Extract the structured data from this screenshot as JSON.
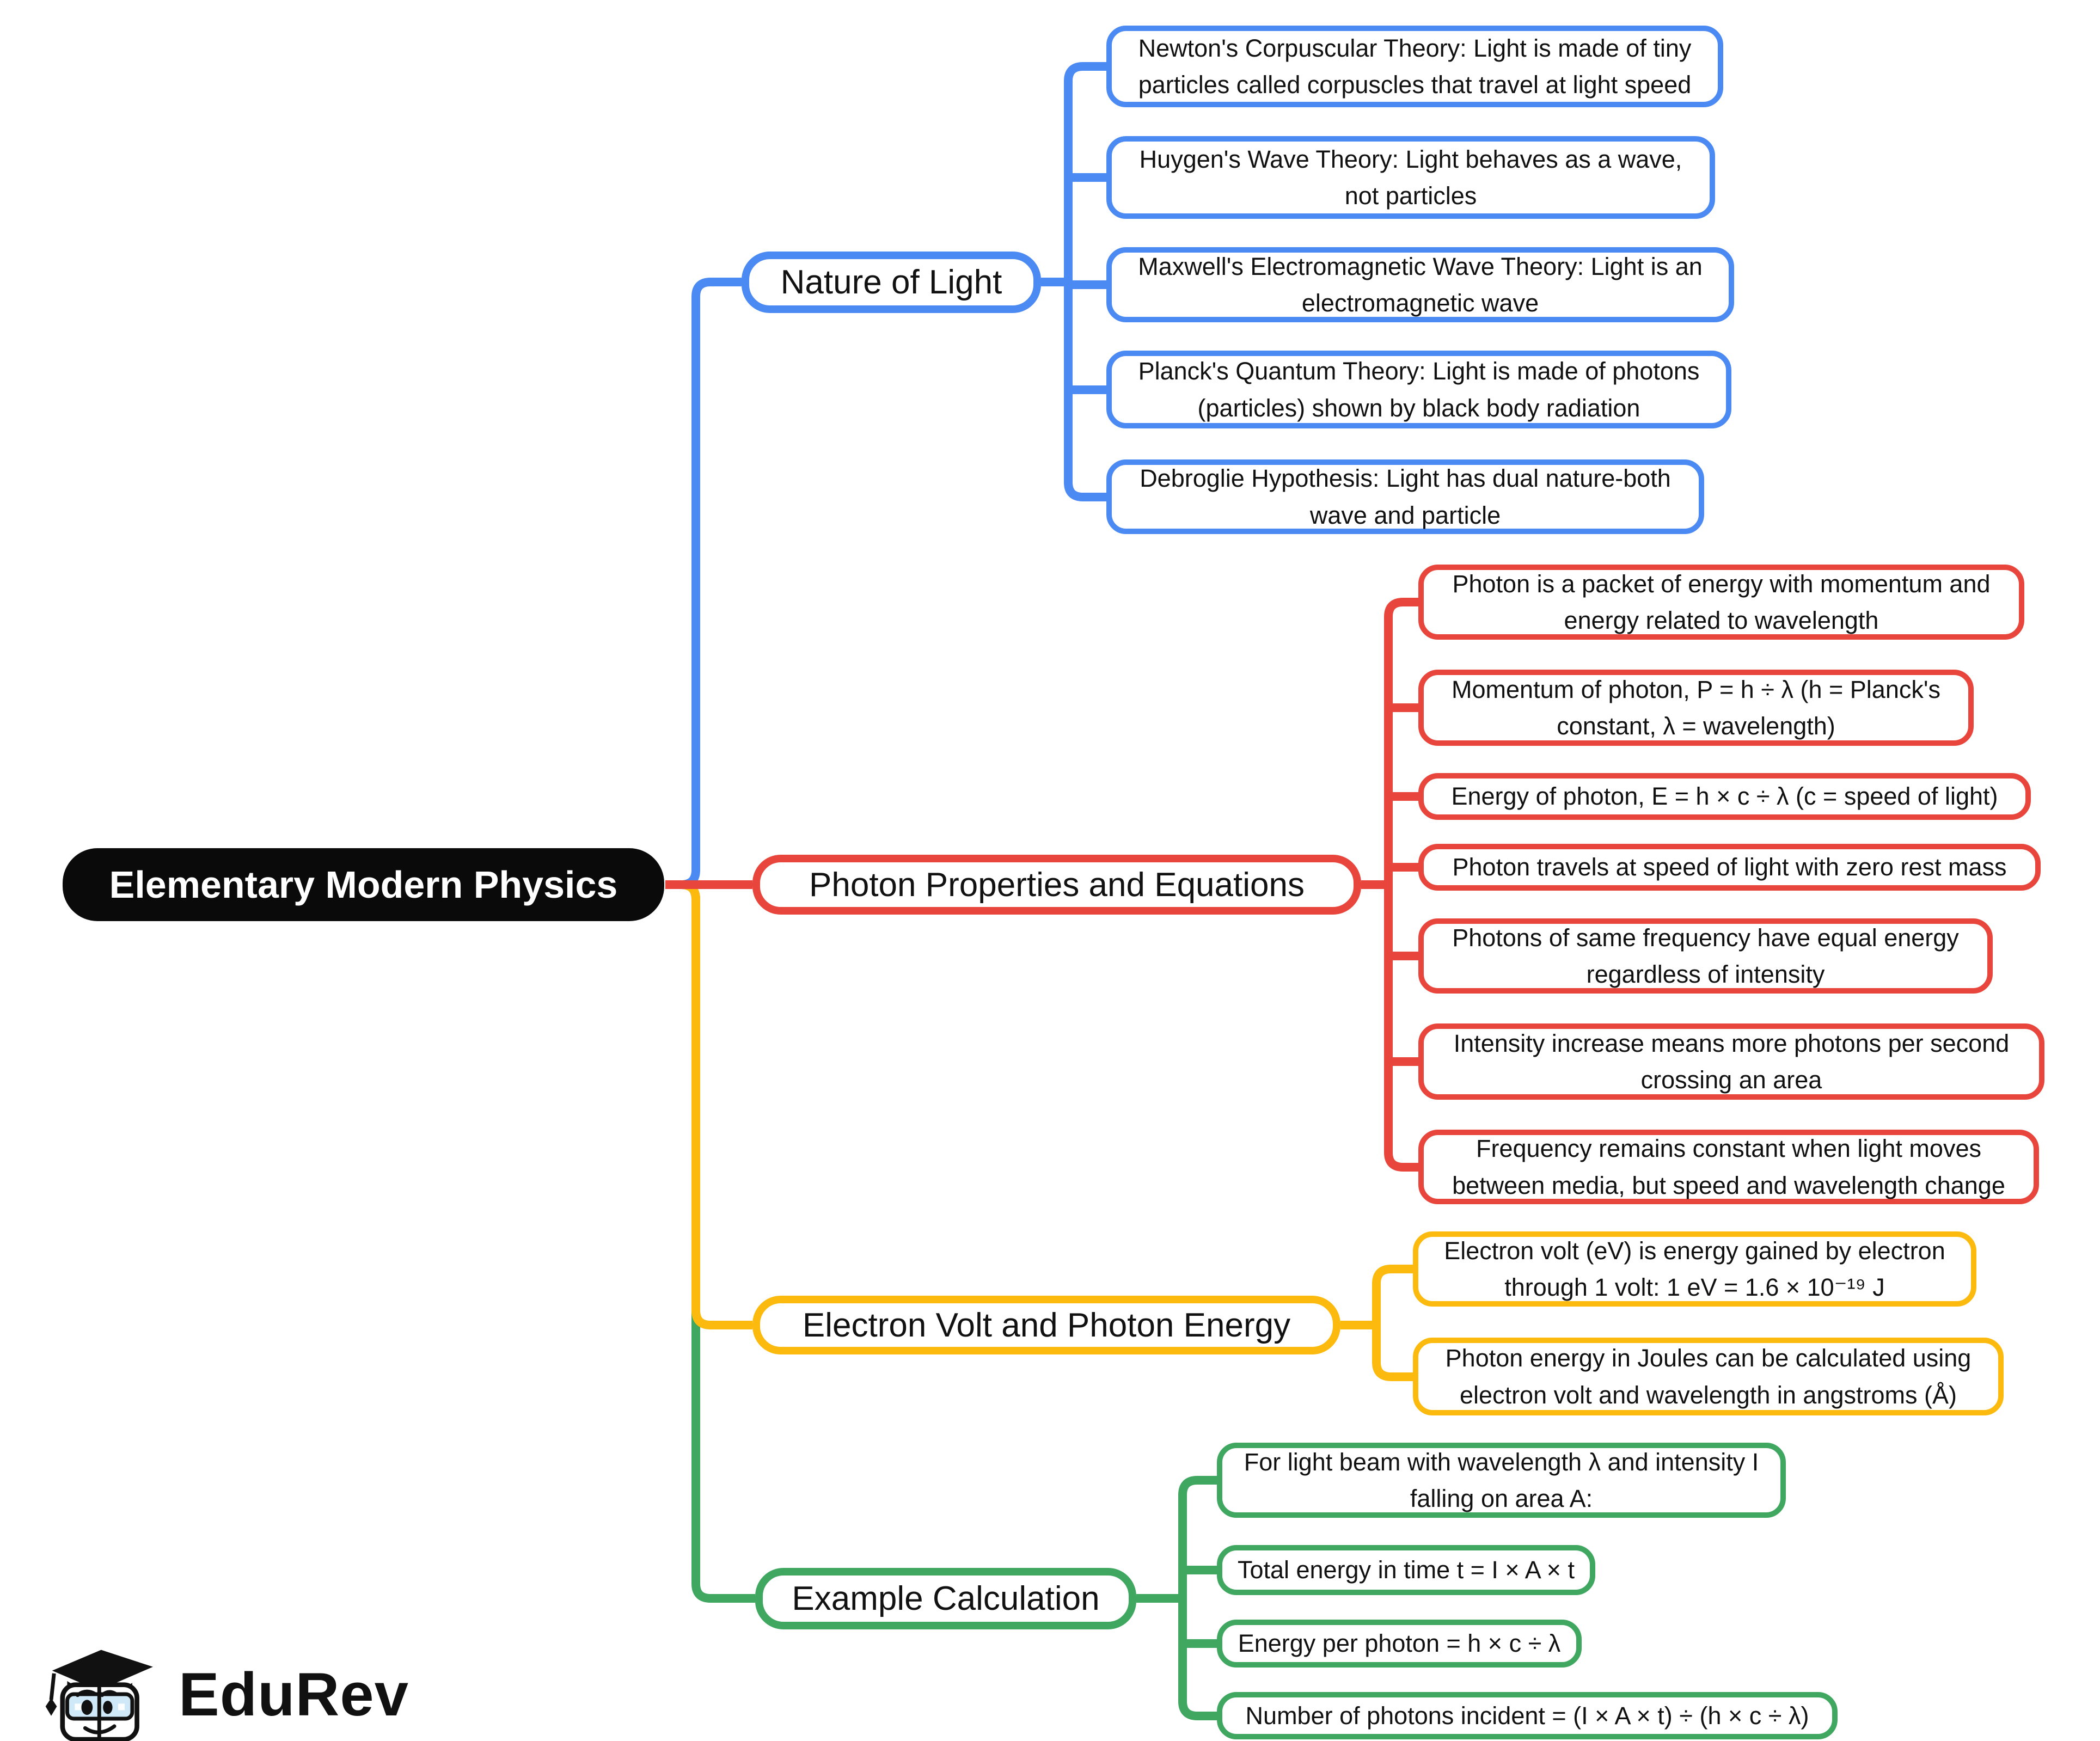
{
  "root": {
    "label": "Elementary Modern Physics"
  },
  "branches": [
    {
      "label": "Nature of Light",
      "color": "#4b89f3",
      "children": [
        "Newton's Corpuscular Theory: Light is made of tiny particles called corpuscles that travel at light speed",
        "Huygen's Wave Theory: Light behaves as a wave, not particles",
        "Maxwell's Electromagnetic Wave Theory: Light is an electromagnetic wave",
        "Planck's Quantum Theory: Light is made of photons (particles) shown by black body radiation",
        "Debroglie Hypothesis: Light has dual nature-both wave and particle"
      ]
    },
    {
      "label": "Photon Properties and Equations",
      "color": "#e8463c",
      "children": [
        "Photon is a packet of energy with momentum and energy related to wavelength",
        "Momentum of photon, P = h ÷ λ (h = Planck's constant, λ = wavelength)",
        "Energy of photon, E = h × c ÷ λ (c = speed of light)",
        "Photon travels at speed of light with zero rest mass",
        "Photons of same frequency have equal energy regardless of intensity",
        "Intensity increase means more photons per second crossing an area",
        "Frequency remains constant when light moves between media, but speed and wavelength change"
      ]
    },
    {
      "label": "Electron Volt and Photon Energy",
      "color": "#fbba0d",
      "children": [
        "Electron volt (eV) is energy gained by electron through 1 volt: 1 eV = 1.6 × 10⁻¹⁹ J",
        "Photon energy in Joules can be calculated using electron volt and wavelength in angstroms (Å)"
      ]
    },
    {
      "label": "Example Calculation",
      "color": "#3fa75f",
      "children": [
        "For light beam with wavelength λ and intensity I falling on area A:",
        "Total energy in time t = I × A × t",
        "Energy per photon = h × c ÷ λ",
        "Number of photons incident = (I × A × t) ÷ (h × c ÷ λ)"
      ]
    }
  ],
  "colors": {
    "blue": "#4b89f3",
    "red": "#e8463c",
    "yellow": "#fbba0d",
    "green": "#3fa75f",
    "root_background": "#0a0a0a"
  },
  "logo": {
    "label": "EduRev"
  }
}
